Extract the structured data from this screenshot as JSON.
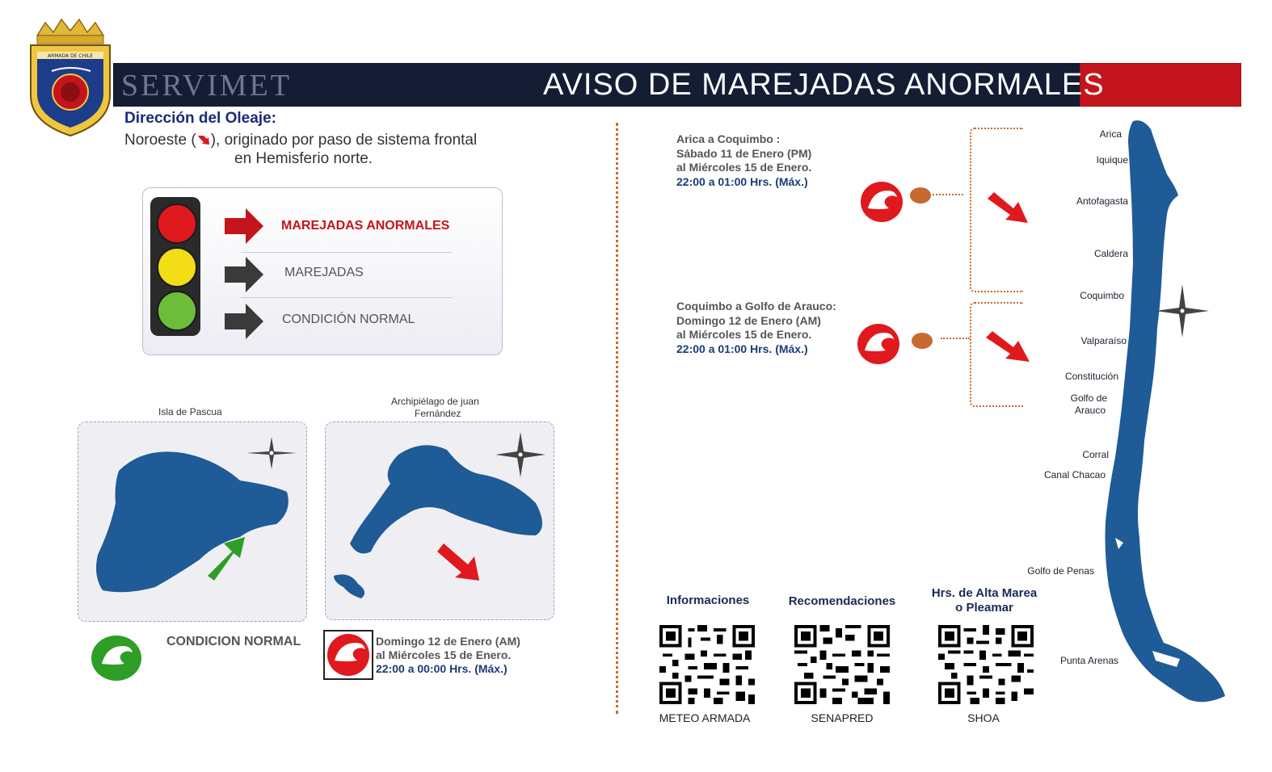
{
  "header": {
    "brand": "SERVIMET",
    "title": "AVISO DE MAREJADAS ANORMALES",
    "logo_text": "ARMADA DE CHILE",
    "banner_color": "#141d34",
    "accent_red": "#c4151c"
  },
  "direction": {
    "heading": "Dirección del Oleaje:",
    "line1_pre": "Noroeste (",
    "line1_post": "), originado por paso de sistema frontal",
    "line2": "en Hemisferio norte."
  },
  "legend": {
    "items": [
      {
        "label": "MAREJADAS ANORMALES",
        "color": "#c4151c"
      },
      {
        "label": "MAREJADAS",
        "color": "#555555"
      },
      {
        "label": "CONDICIÓN NORMAL",
        "color": "#555555"
      }
    ]
  },
  "islands": {
    "pascua": {
      "name": "Isla de Pascua",
      "status": "CONDICION NORMAL"
    },
    "juan_fernandez": {
      "name_line1": "Archipiélago de juan",
      "name_line2": "Fernández",
      "line1": "Domingo 12 de Enero (AM)",
      "line2": "al Miércoles 15 de Enero.",
      "hours": "22:00 a 00:00 Hrs. (Máx.)"
    }
  },
  "zones": [
    {
      "name": "Arica a Coquimbo :",
      "line1": "Sábado 11 de Enero (PM)",
      "line2": "al Miércoles 15 de Enero.",
      "hours": "22:00 a 01:00 Hrs. (Máx.)"
    },
    {
      "name": "Coquimbo a Golfo de Arauco:",
      "line1": "Domingo 12 de Enero (AM)",
      "line2": "al Miércoles 15 de Enero.",
      "hours": "22:00 a 01:00 Hrs. (Máx.)"
    }
  ],
  "map_cities": {
    "arica": "Arica",
    "iquique": "Iquique",
    "antofagasta": "Antofagasta",
    "caldera": "Caldera",
    "coquimbo": "Coquimbo",
    "valparaiso": "Valparaíso",
    "constitucion": "Constitución",
    "golfo_arauco_1": "Golfo de",
    "golfo_arauco_2": "Arauco",
    "corral": "Corral",
    "chacao": "Canal Chacao",
    "penas": "Golfo de Penas",
    "punta_arenas": "Punta Arenas"
  },
  "qr_codes": [
    {
      "heading": "Informaciones",
      "footer": "METEO ARMADA"
    },
    {
      "heading": "Recomendaciones",
      "footer": "SENAPRED"
    },
    {
      "heading_line1": "Hrs. de Alta Marea",
      "heading_line2": "o Pleamar",
      "footer": "SHOA"
    }
  ],
  "colors": {
    "map_blue": "#1f5b96",
    "warning_red": "#e0191e",
    "normal_green": "#2e9e26",
    "dotted_orange": "#c76a2f"
  },
  "icons": [
    "navy-crest-icon",
    "traffic-light-icon",
    "arrow-right-icon",
    "compass-rose-icon",
    "wave-warning-icon",
    "wave-normal-icon",
    "qr-code-icon",
    "direction-arrow-icon"
  ]
}
